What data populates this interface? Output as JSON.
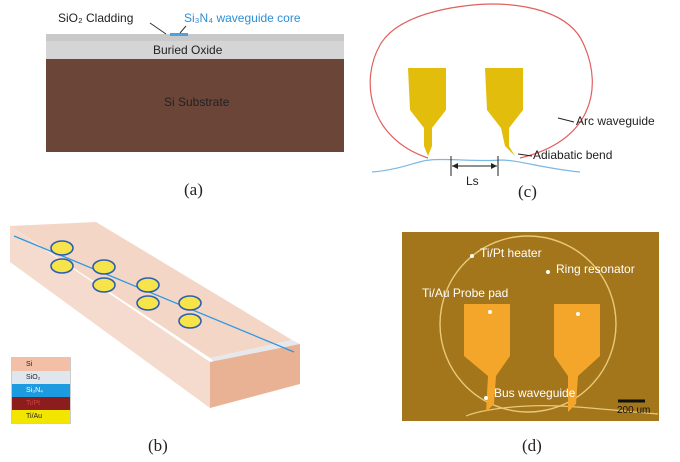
{
  "panel_a": {
    "cladding": "SiO₂ Cladding",
    "core": "Si₃N₄ waveguide core",
    "buried_oxide": "Buried Oxide",
    "substrate": "Si Substrate",
    "caption": "(a)"
  },
  "panel_b": {
    "legend": [
      "Si",
      "SiO₂",
      "Si₃N₄",
      "Ti/Pt",
      "Ti/Au"
    ],
    "legend_colors": [
      "#f3bfa6",
      "#dfe6ee",
      "#1d9be0",
      "#8b1d1d",
      "#f2e500"
    ],
    "caption": "(b)"
  },
  "panel_c": {
    "arc": "Arc waveguide",
    "bend": "Adiabatic bend",
    "ls": "Ls",
    "caption": "(c)"
  },
  "panel_d": {
    "heater": "Ti/Pt heater",
    "ring": "Ring resonator",
    "probe": "Ti/Au Probe pad",
    "bus": "Bus waveguide",
    "scale": "200 um",
    "caption": "(d)"
  }
}
